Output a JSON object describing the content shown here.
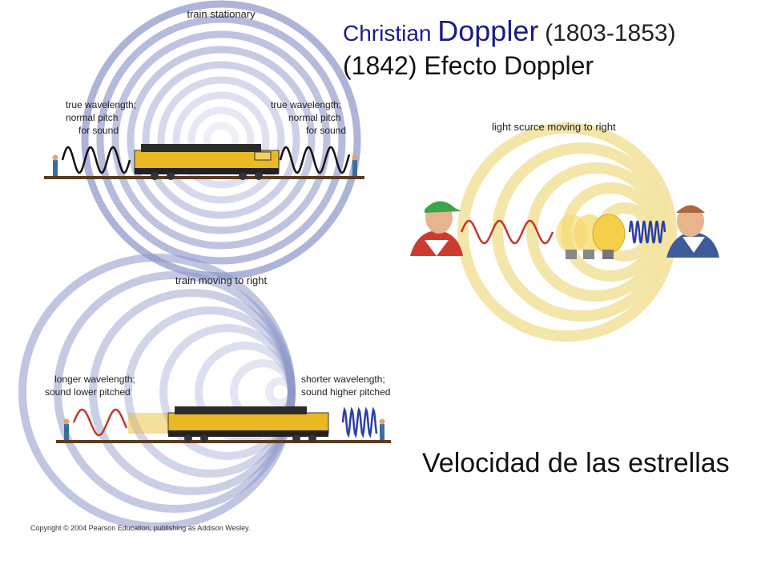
{
  "header": {
    "name_first": "Christian",
    "name_last": "Doppler",
    "years": "(1803-1853)",
    "subtitle": "(1842) Efecto Doppler"
  },
  "panel_stationary": {
    "caption": "train stationary",
    "left_label": [
      "true wavelength;",
      "normal pitch",
      "for sound"
    ],
    "right_label": [
      "true wavelength;",
      "normal pitch",
      "for sound"
    ]
  },
  "panel_light": {
    "caption": "light scurce moving to right"
  },
  "panel_moving": {
    "caption": "train moving to right",
    "left_label": [
      "longer wavelength;",
      "sound lower pitched"
    ],
    "right_label": [
      "shorter wavelength;",
      "sound higher pitched"
    ]
  },
  "footer": {
    "velocity": "Velocidad de las estrellas",
    "copyright": "Copyright © 2004 Pearson Education, publishing as Addison Wesley."
  },
  "colors": {
    "wave_blue": "#8c95c8",
    "wave_yellow": "#f3e3a0",
    "title_blue": "#1b1b8a",
    "train_yellow": "#e8b923",
    "red_wave": "#c0392b",
    "blue_wave": "#2b3fa8"
  }
}
